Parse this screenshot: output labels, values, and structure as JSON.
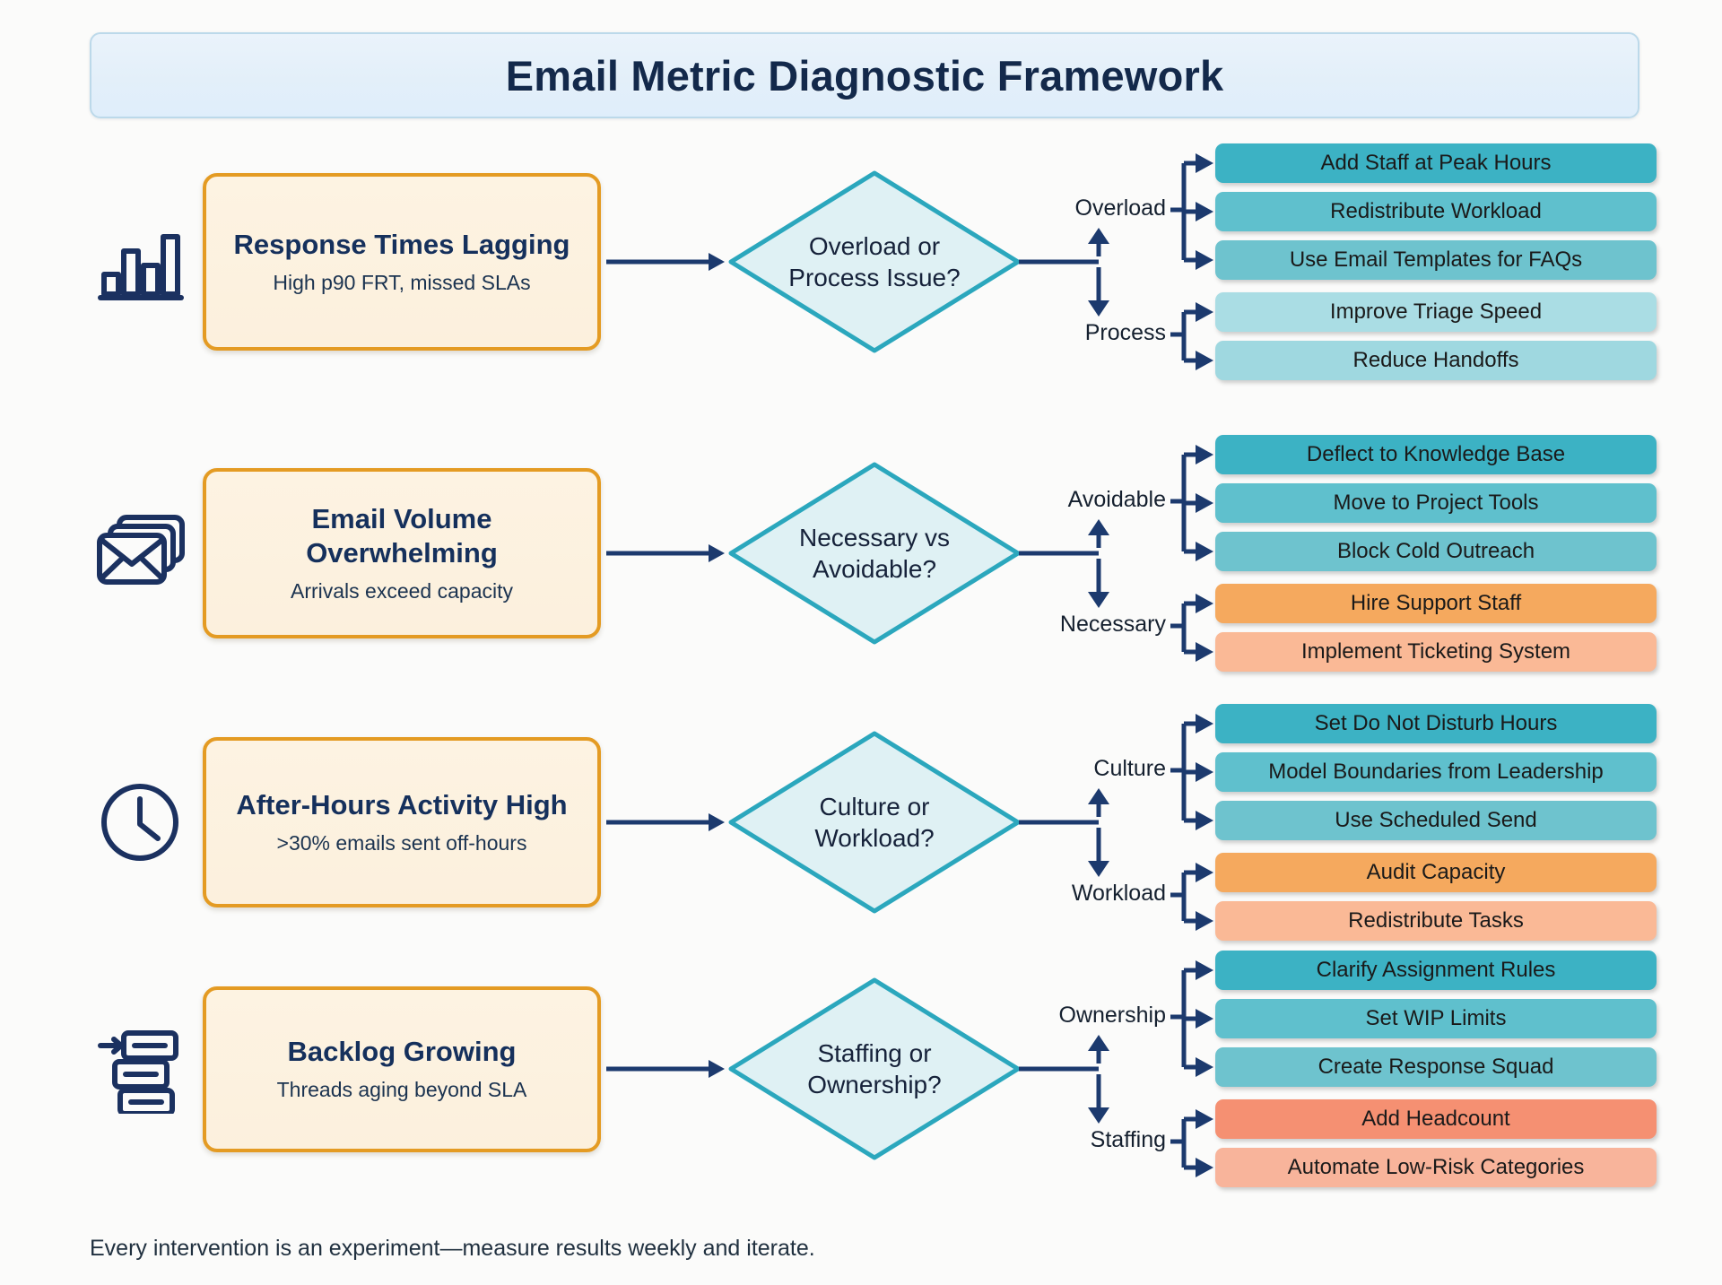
{
  "header": {
    "title": "Email Metric Diagnostic Framework"
  },
  "footer": {
    "note": "Every intervention is an experiment—measure results weekly and iterate."
  },
  "colors": {
    "title_bg": "#e6f0f9",
    "title_border": "#bcd9ea",
    "title_text": "#13294b",
    "card_bg": "#fdf3e2",
    "card_border": "#e49b23",
    "card_title_text": "#15305c",
    "diamond_fill": "#dff1f4",
    "diamond_border": "#2ba7bd",
    "connector": "#1c3a6e",
    "teal_dark": "#3cb2c4",
    "teal_mid": "#5fc0cd",
    "teal_light": "#84ccd6",
    "teal_pale": "#aadde4",
    "teal_palest": "#b9e3e9",
    "orange": "#f5a95e",
    "orange_light": "#fab996",
    "salmon": "#f59072",
    "salmon_light": "#f8b49b"
  },
  "rows": [
    {
      "icon": "bar-chart-icon",
      "problem": {
        "title": "Response Times Lagging",
        "subtitle": "High p90 FRT, missed SLAs"
      },
      "decision": {
        "line1": "Overload or",
        "line2": "Process Issue?"
      },
      "branches": [
        {
          "label": "Overload",
          "actions": [
            {
              "text": "Add Staff at Peak Hours",
              "color": "#3cb2c4"
            },
            {
              "text": "Redistribute Workload",
              "color": "#5fc0cd"
            },
            {
              "text": "Use Email Templates for FAQs",
              "color": "#6ec3ce"
            }
          ]
        },
        {
          "label": "Process",
          "actions": [
            {
              "text": "Improve Triage Speed",
              "color": "#aadde4"
            },
            {
              "text": "Reduce Handoffs",
              "color": "#9fd8e0"
            }
          ]
        }
      ]
    },
    {
      "icon": "envelope-stack-icon",
      "problem": {
        "title": "Email Volume Overwhelming",
        "subtitle": "Arrivals exceed capacity"
      },
      "decision": {
        "line1": "Necessary vs",
        "line2": "Avoidable?"
      },
      "branches": [
        {
          "label": "Avoidable",
          "actions": [
            {
              "text": "Deflect to Knowledge Base",
              "color": "#3cb2c4"
            },
            {
              "text": "Move to Project Tools",
              "color": "#5fc0cd"
            },
            {
              "text": "Block Cold Outreach",
              "color": "#6ec3ce"
            }
          ]
        },
        {
          "label": "Necessary",
          "actions": [
            {
              "text": "Hire Support Staff",
              "color": "#f5a95e"
            },
            {
              "text": "Implement Ticketing System",
              "color": "#fab996"
            }
          ]
        }
      ]
    },
    {
      "icon": "clock-icon",
      "problem": {
        "title": "After-Hours Activity High",
        "subtitle": ">30% emails sent off-hours"
      },
      "decision": {
        "line1": "Culture or",
        "line2": "Workload?"
      },
      "branches": [
        {
          "label": "Culture",
          "actions": [
            {
              "text": "Set Do Not Disturb Hours",
              "color": "#3cb2c4"
            },
            {
              "text": "Model Boundaries from Leadership",
              "color": "#5fc0cd"
            },
            {
              "text": "Use Scheduled Send",
              "color": "#6ec3ce"
            }
          ]
        },
        {
          "label": "Workload",
          "actions": [
            {
              "text": "Audit Capacity",
              "color": "#f5a95e"
            },
            {
              "text": "Redistribute Tasks",
              "color": "#fab996"
            }
          ]
        }
      ]
    },
    {
      "icon": "backlog-icon",
      "problem": {
        "title": "Backlog Growing",
        "subtitle": "Threads aging beyond SLA"
      },
      "decision": {
        "line1": "Staffing or",
        "line2": "Ownership?"
      },
      "branches": [
        {
          "label": "Ownership",
          "actions": [
            {
              "text": "Clarify Assignment Rules",
              "color": "#3cb2c4"
            },
            {
              "text": "Set WIP Limits",
              "color": "#5fc0cd"
            },
            {
              "text": "Create Response Squad",
              "color": "#6ec3ce"
            }
          ]
        },
        {
          "label": "Staffing",
          "actions": [
            {
              "text": "Add Headcount",
              "color": "#f59072"
            },
            {
              "text": "Automate Low-Risk Categories",
              "color": "#f8b49b"
            }
          ]
        }
      ]
    }
  ]
}
